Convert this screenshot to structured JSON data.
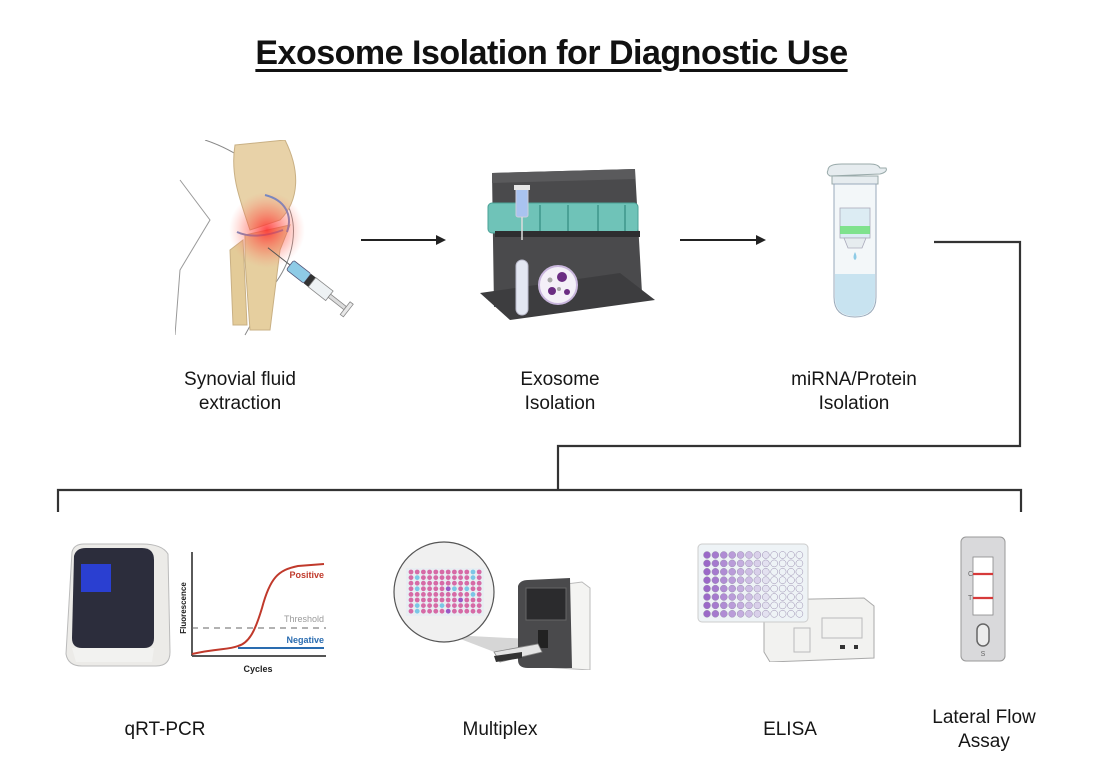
{
  "title": "Exosome Isolation for Diagnostic Use",
  "workflow": {
    "steps": [
      {
        "label_line1": "Synovial fluid",
        "label_line2": "extraction",
        "icon": "knee-joint-syringe-icon"
      },
      {
        "label_line1": "Exosome",
        "label_line2": "Isolation",
        "icon": "magnetic-rack-icon"
      },
      {
        "label_line1": "miRNA/Protein",
        "label_line2": "Isolation",
        "icon": "spin-column-tube-icon"
      }
    ]
  },
  "methods": [
    {
      "label_line1": "qRT-PCR",
      "label_line2": "",
      "icon": "pcr-machine-icon"
    },
    {
      "label_line1": "Multiplex",
      "label_line2": "",
      "icon": "multiplex-analyzer-icon"
    },
    {
      "label_line1": "ELISA",
      "label_line2": "",
      "icon": "plate-reader-icon"
    },
    {
      "label_line1": "Lateral Flow",
      "label_line2": "Assay",
      "icon": "lateral-flow-cassette-icon"
    }
  ],
  "pcr_plot": {
    "xlabel": "Cycles",
    "ylabel": "Fluorescence",
    "positive_label": "Positive",
    "threshold_label": "Threshold",
    "negative_label": "Negative",
    "colors": {
      "positive": "#c0392b",
      "negative": "#2a6cb0",
      "threshold": "#9a9a9a"
    }
  },
  "lfa": {
    "control_mark": "C",
    "test_mark": "T",
    "sample_mark": "S",
    "line_color": "#d63a3a"
  },
  "colors": {
    "accent_teal": "#6fc3b8",
    "rack_dark": "#4a4a4c",
    "exosome_purple": "#6b2d83"
  }
}
